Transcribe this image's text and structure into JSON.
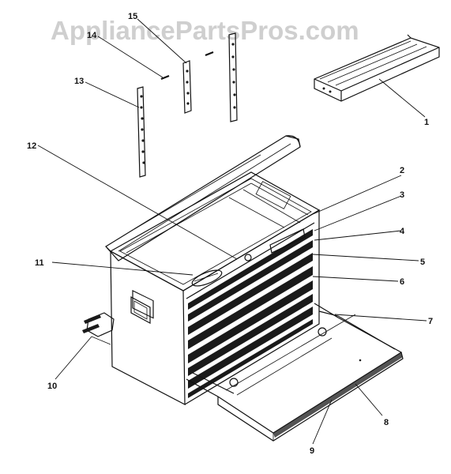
{
  "watermark": "AppliancePartsPros.com",
  "callouts": [
    {
      "id": "c1",
      "text": "1"
    },
    {
      "id": "c2",
      "text": "2"
    },
    {
      "id": "c3",
      "text": "3"
    },
    {
      "id": "c4",
      "text": "4"
    },
    {
      "id": "c5",
      "text": "5"
    },
    {
      "id": "c6",
      "text": "6"
    },
    {
      "id": "c7",
      "text": "7"
    },
    {
      "id": "c8",
      "text": "8"
    },
    {
      "id": "c9",
      "text": "9"
    },
    {
      "id": "c10",
      "text": "10"
    },
    {
      "id": "c11",
      "text": "11"
    },
    {
      "id": "c12",
      "text": "12"
    },
    {
      "id": "c13",
      "text": "13"
    },
    {
      "id": "c14",
      "text": "14"
    },
    {
      "id": "c15",
      "text": "15"
    }
  ]
}
